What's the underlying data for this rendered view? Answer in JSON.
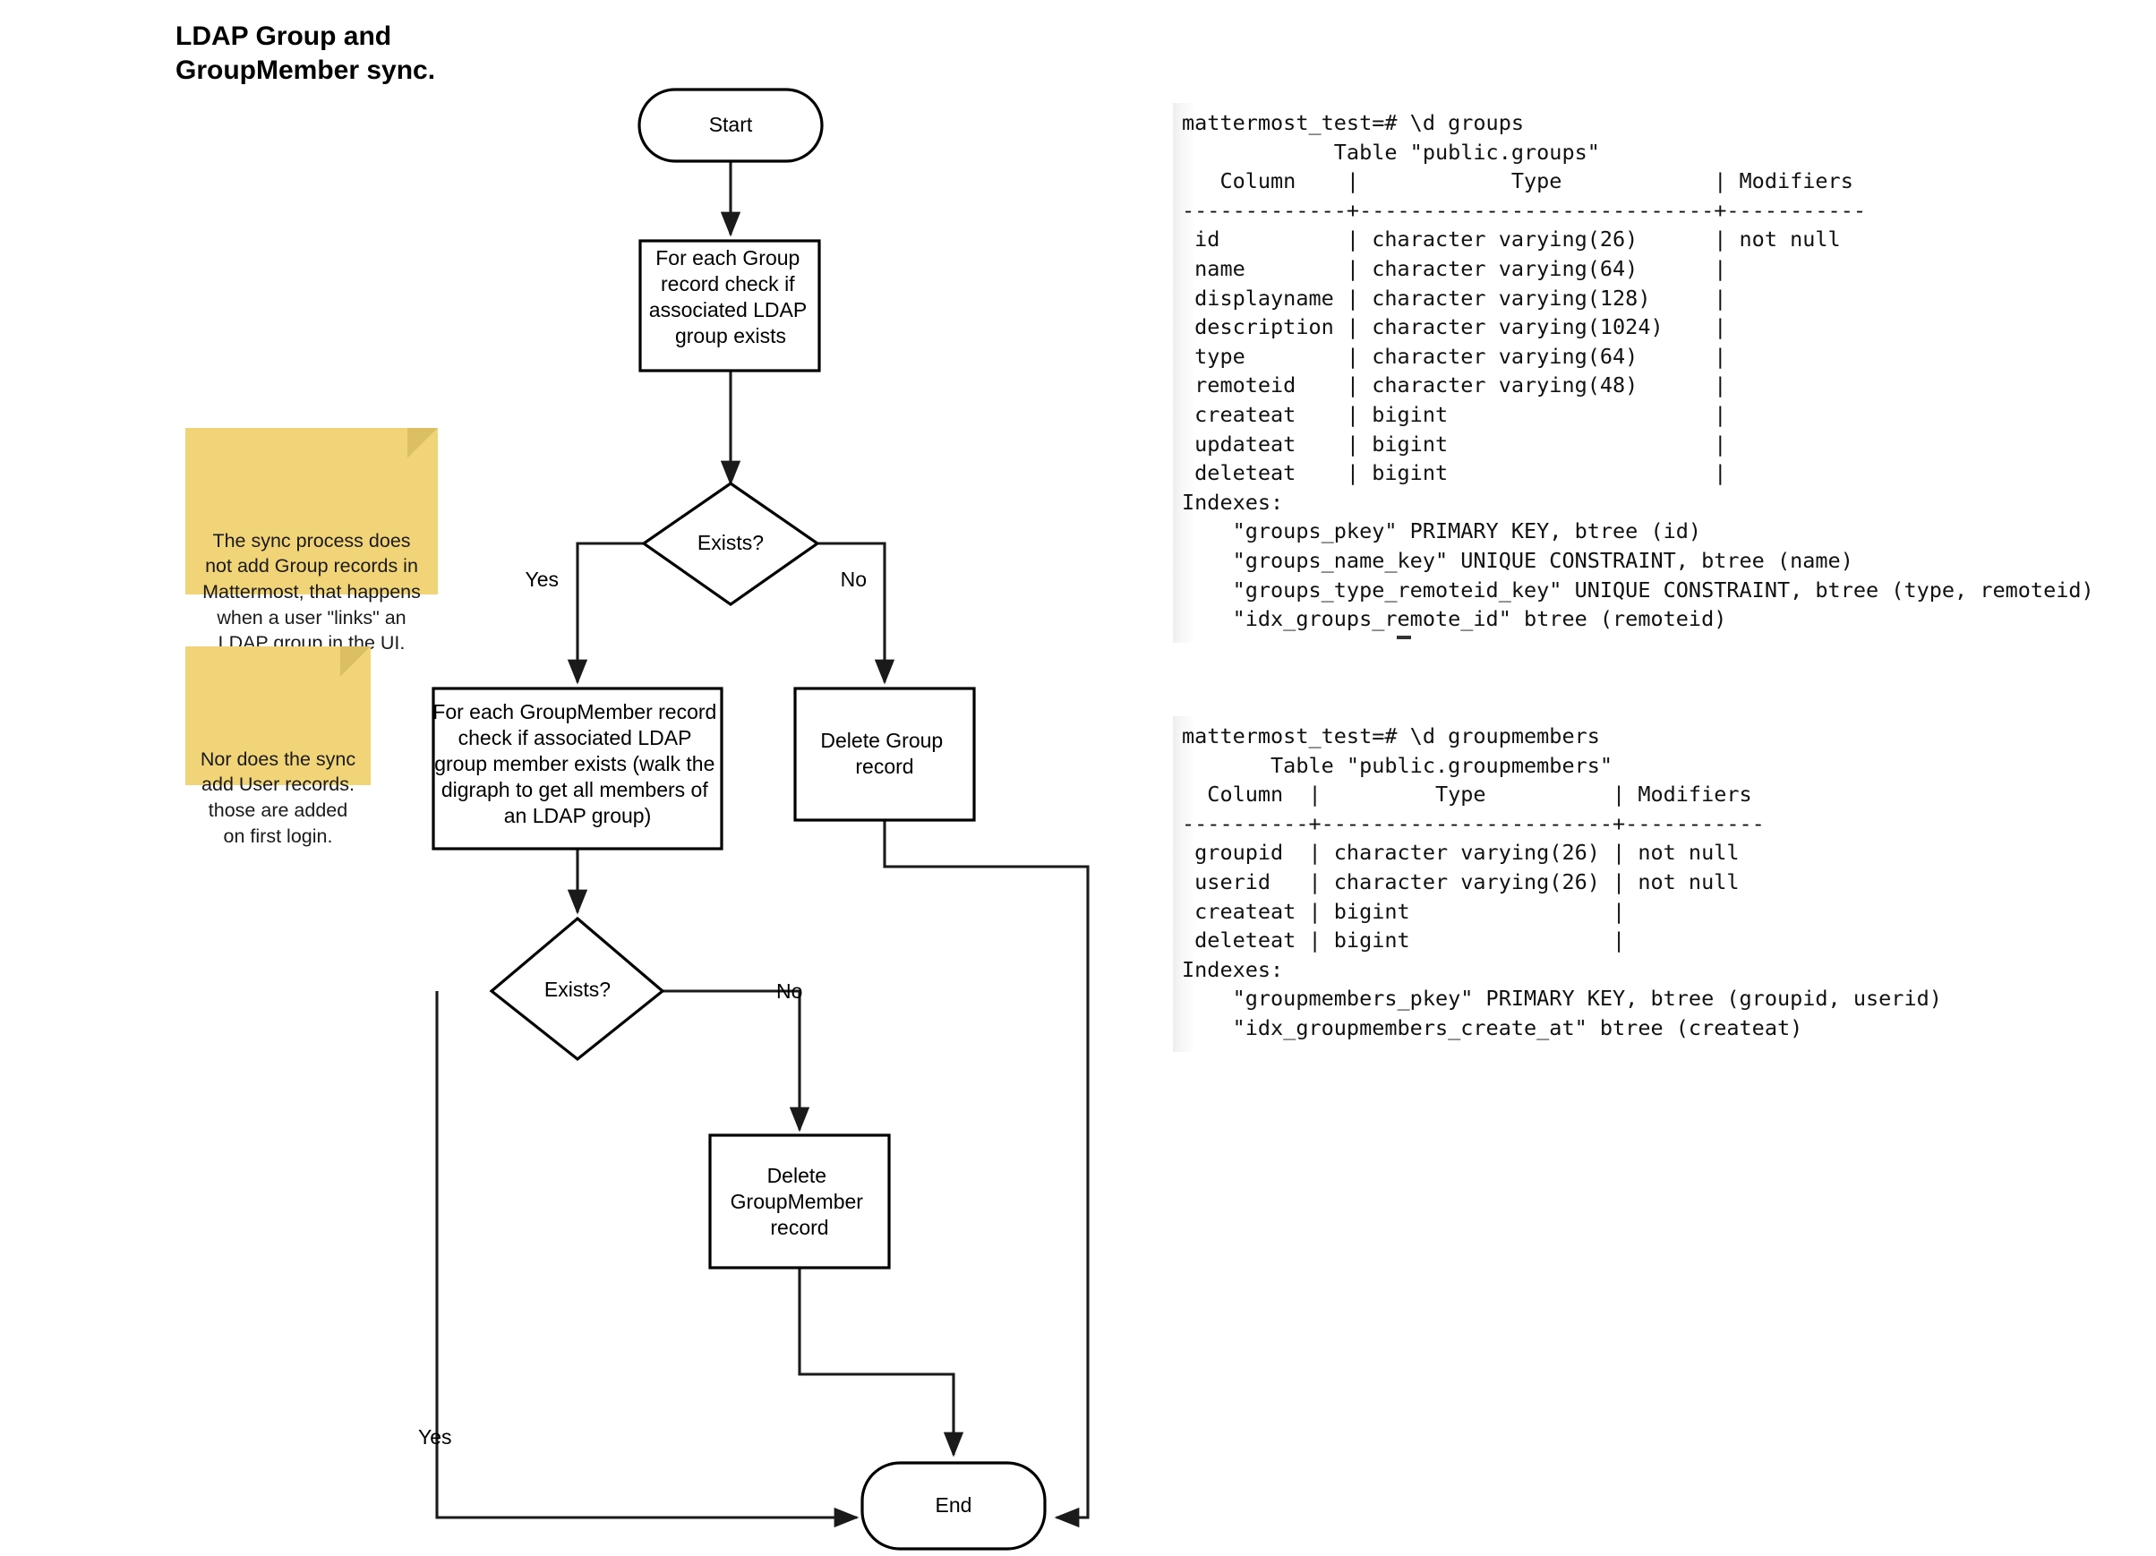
{
  "title": "LDAP Group and\nGroupMember sync.",
  "flowchart": {
    "nodes": {
      "start": "Start",
      "check_group": "For each Group\nrecord check if\nassociated LDAP\ngroup exists",
      "exists_1": "Exists?",
      "check_groupmember": "For each GroupMember record\ncheck if associated LDAP\ngroup member exists (walk the\ndigraph to get all members of\nan LDAP group)",
      "delete_group": "Delete Group\nrecord",
      "exists_2": "Exists?",
      "delete_groupmember": "Delete\nGroupMember\nrecord",
      "end": "End"
    },
    "edge_labels": {
      "yes_1": "Yes",
      "no_1": "No",
      "no_2": "No",
      "yes_2": "Yes"
    }
  },
  "notes": [
    {
      "id": "note-sync-group",
      "text": "The sync process does\nnot add Group records in\nMattermost, that happens\nwhen a user \"links\" an\nLDAP group in the UI."
    },
    {
      "id": "note-sync-user",
      "text": "Nor does the sync\nadd User records.\nthose are added\non first login."
    }
  ],
  "terminals": [
    {
      "id": "terminal-groups",
      "prompt": "mattermost_test=# \\d groups",
      "text": "mattermost_test=# \\d groups\n            Table \"public.groups\"\n   Column    |            Type            | Modifiers\n-------------+----------------------------+-----------\n id          | character varying(26)      | not null\n name        | character varying(64)      |\n displayname | character varying(128)     |\n description | character varying(1024)    |\n type        | character varying(64)      |\n remoteid    | character varying(48)      |\n createat    | bigint                     |\n updateat    | bigint                     |\n deleteat    | bigint                     |\nIndexes:\n    \"groups_pkey\" PRIMARY KEY, btree (id)\n    \"groups_name_key\" UNIQUE CONSTRAINT, btree (name)\n    \"groups_type_remoteid_key\" UNIQUE CONSTRAINT, btree (type, remoteid)\n    \"idx_groups_remote_id\" btree (remoteid)"
    },
    {
      "id": "terminal-groupmembers",
      "prompt": "mattermost_test=# \\d groupmembers",
      "text": "mattermost_test=# \\d groupmembers\n       Table \"public.groupmembers\"\n  Column  |         Type          | Modifiers\n----------+-----------------------+-----------\n groupid  | character varying(26) | not null\n userid   | character varying(26) | not null\n createat | bigint                |\n deleteat | bigint                |\nIndexes:\n    \"groupmembers_pkey\" PRIMARY KEY, btree (groupid, userid)\n    \"idx_groupmembers_create_at\" btree (createat)"
    }
  ],
  "colors": {
    "sticky_note": "#f2d478",
    "sticky_fold": "#dcbe63",
    "stroke": "#000000",
    "background": "#ffffff"
  }
}
